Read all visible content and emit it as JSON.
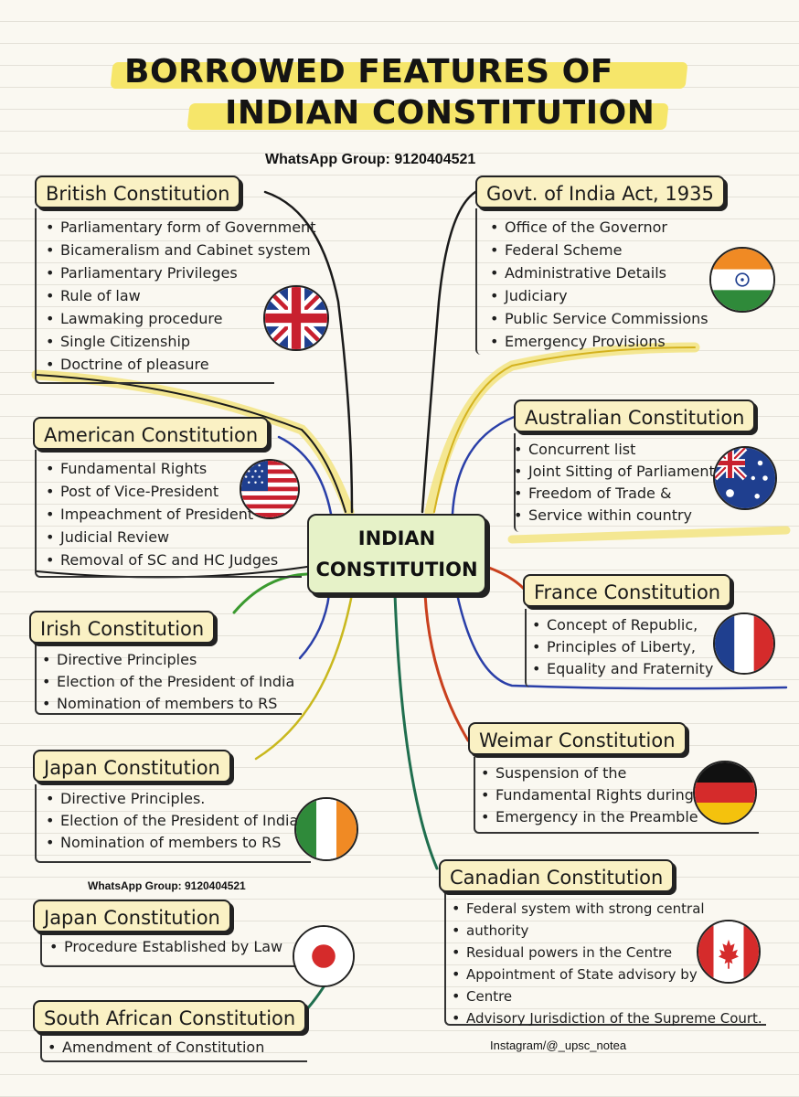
{
  "title": {
    "line1": "BORROWED FEATURES OF",
    "line2": "INDIAN CONSTITUTION"
  },
  "watermark_top": "WhatsApp Group: 9120404521",
  "watermark_mid": "WhatsApp Group: 9120404521",
  "instagram": "Instagram/@_upsc_notea",
  "center": {
    "line1": "INDIAN",
    "line2": "CONSTITUTION"
  },
  "colors": {
    "highlight": "#f6e66a",
    "header_fill": "#faf1c4",
    "center_fill": "#e6f2c8"
  },
  "british": {
    "title": "British Constitution",
    "flag_icon": "uk-flag-icon",
    "items": [
      "Parliamentary form of Government",
      "Bicameralism and Cabinet system",
      "Parliamentary Privileges",
      "Rule of law",
      "Lawmaking procedure",
      "Single Citizenship",
      "Doctrine of pleasure"
    ]
  },
  "govt_india": {
    "title": "Govt. of India Act, 1935",
    "flag_icon": "india-flag-icon",
    "items": [
      "Office of the Governor",
      "Federal Scheme",
      "Administrative Details",
      "Judiciary",
      "Public Service Commissions",
      "Emergency Provisions"
    ]
  },
  "american": {
    "title": "American Constitution",
    "flag_icon": "usa-flag-icon",
    "items": [
      "Fundamental Rights",
      "Post of Vice-President",
      "Impeachment of President",
      "Judicial Review",
      "Removal of SC and HC Judges"
    ]
  },
  "australian": {
    "title": "Australian Constitution",
    "flag_icon": "australia-flag-icon",
    "items": [
      "Concurrent list",
      "Joint Sitting of Parliament",
      "Freedom of Trade &",
      "Service within country"
    ]
  },
  "irish": {
    "title": "Irish Constitution",
    "items": [
      "Directive Principles",
      "Election of the President of India",
      "Nomination of members to RS"
    ]
  },
  "france": {
    "title": "France Constitution",
    "flag_icon": "france-flag-icon",
    "items": [
      "Concept of Republic,",
      "Principles of Liberty,",
      "Equality and Fraternity"
    ]
  },
  "japan1": {
    "title": "Japan Constitution",
    "flag_icon": "ireland-flag-icon",
    "items": [
      "Directive Principles.",
      "Election of the President of India",
      "Nomination of members to RS"
    ]
  },
  "weimar": {
    "title": "Weimar Constitution",
    "flag_icon": "germany-flag-icon",
    "items": [
      "Suspension of the",
      "Fundamental Rights during",
      "Emergency in the Preamble"
    ]
  },
  "japan2": {
    "title": "Japan Constitution",
    "flag_icon": "japan-flag-icon",
    "items": [
      "Procedure Established by Law"
    ]
  },
  "canadian": {
    "title": "Canadian Constitution",
    "flag_icon": "canada-flag-icon",
    "items": [
      "Federal system with strong central",
      "authority",
      "Residual powers in the Centre",
      "Appointment of State advisory by",
      "Centre",
      "Advisory Jurisdiction of the Supreme Court."
    ]
  },
  "south_african": {
    "title": "South African Constitution",
    "items": [
      "Amendment of Constitution"
    ]
  }
}
